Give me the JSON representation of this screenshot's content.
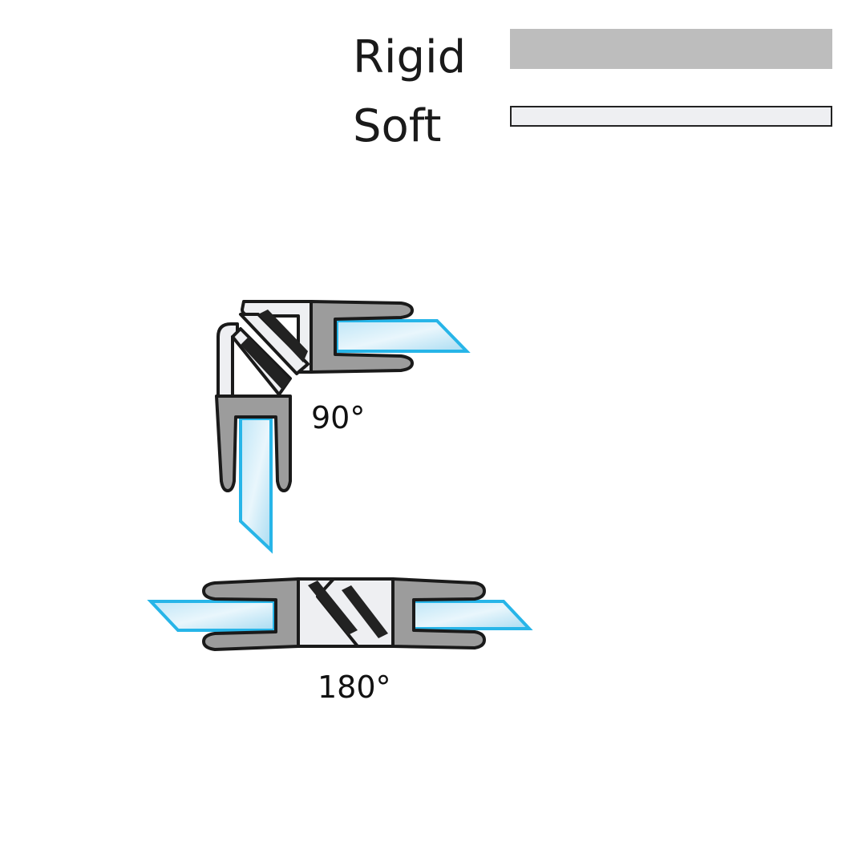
{
  "legend": {
    "rigid": {
      "label": "Rigid",
      "color": "#bdbdbd"
    },
    "soft": {
      "label": "Soft",
      "color": "#eeeff2"
    }
  },
  "diagrams": {
    "corner": {
      "label": "90°"
    },
    "inline": {
      "label": "180°"
    }
  },
  "colors": {
    "glass_edge": "#27b5e8",
    "glass_fill": "#d6eef9",
    "rigid_profile": "#9c9c9c",
    "soft_profile": "#eeeff2",
    "outline": "#1a1a1a",
    "magnet_strip": "#222222"
  }
}
